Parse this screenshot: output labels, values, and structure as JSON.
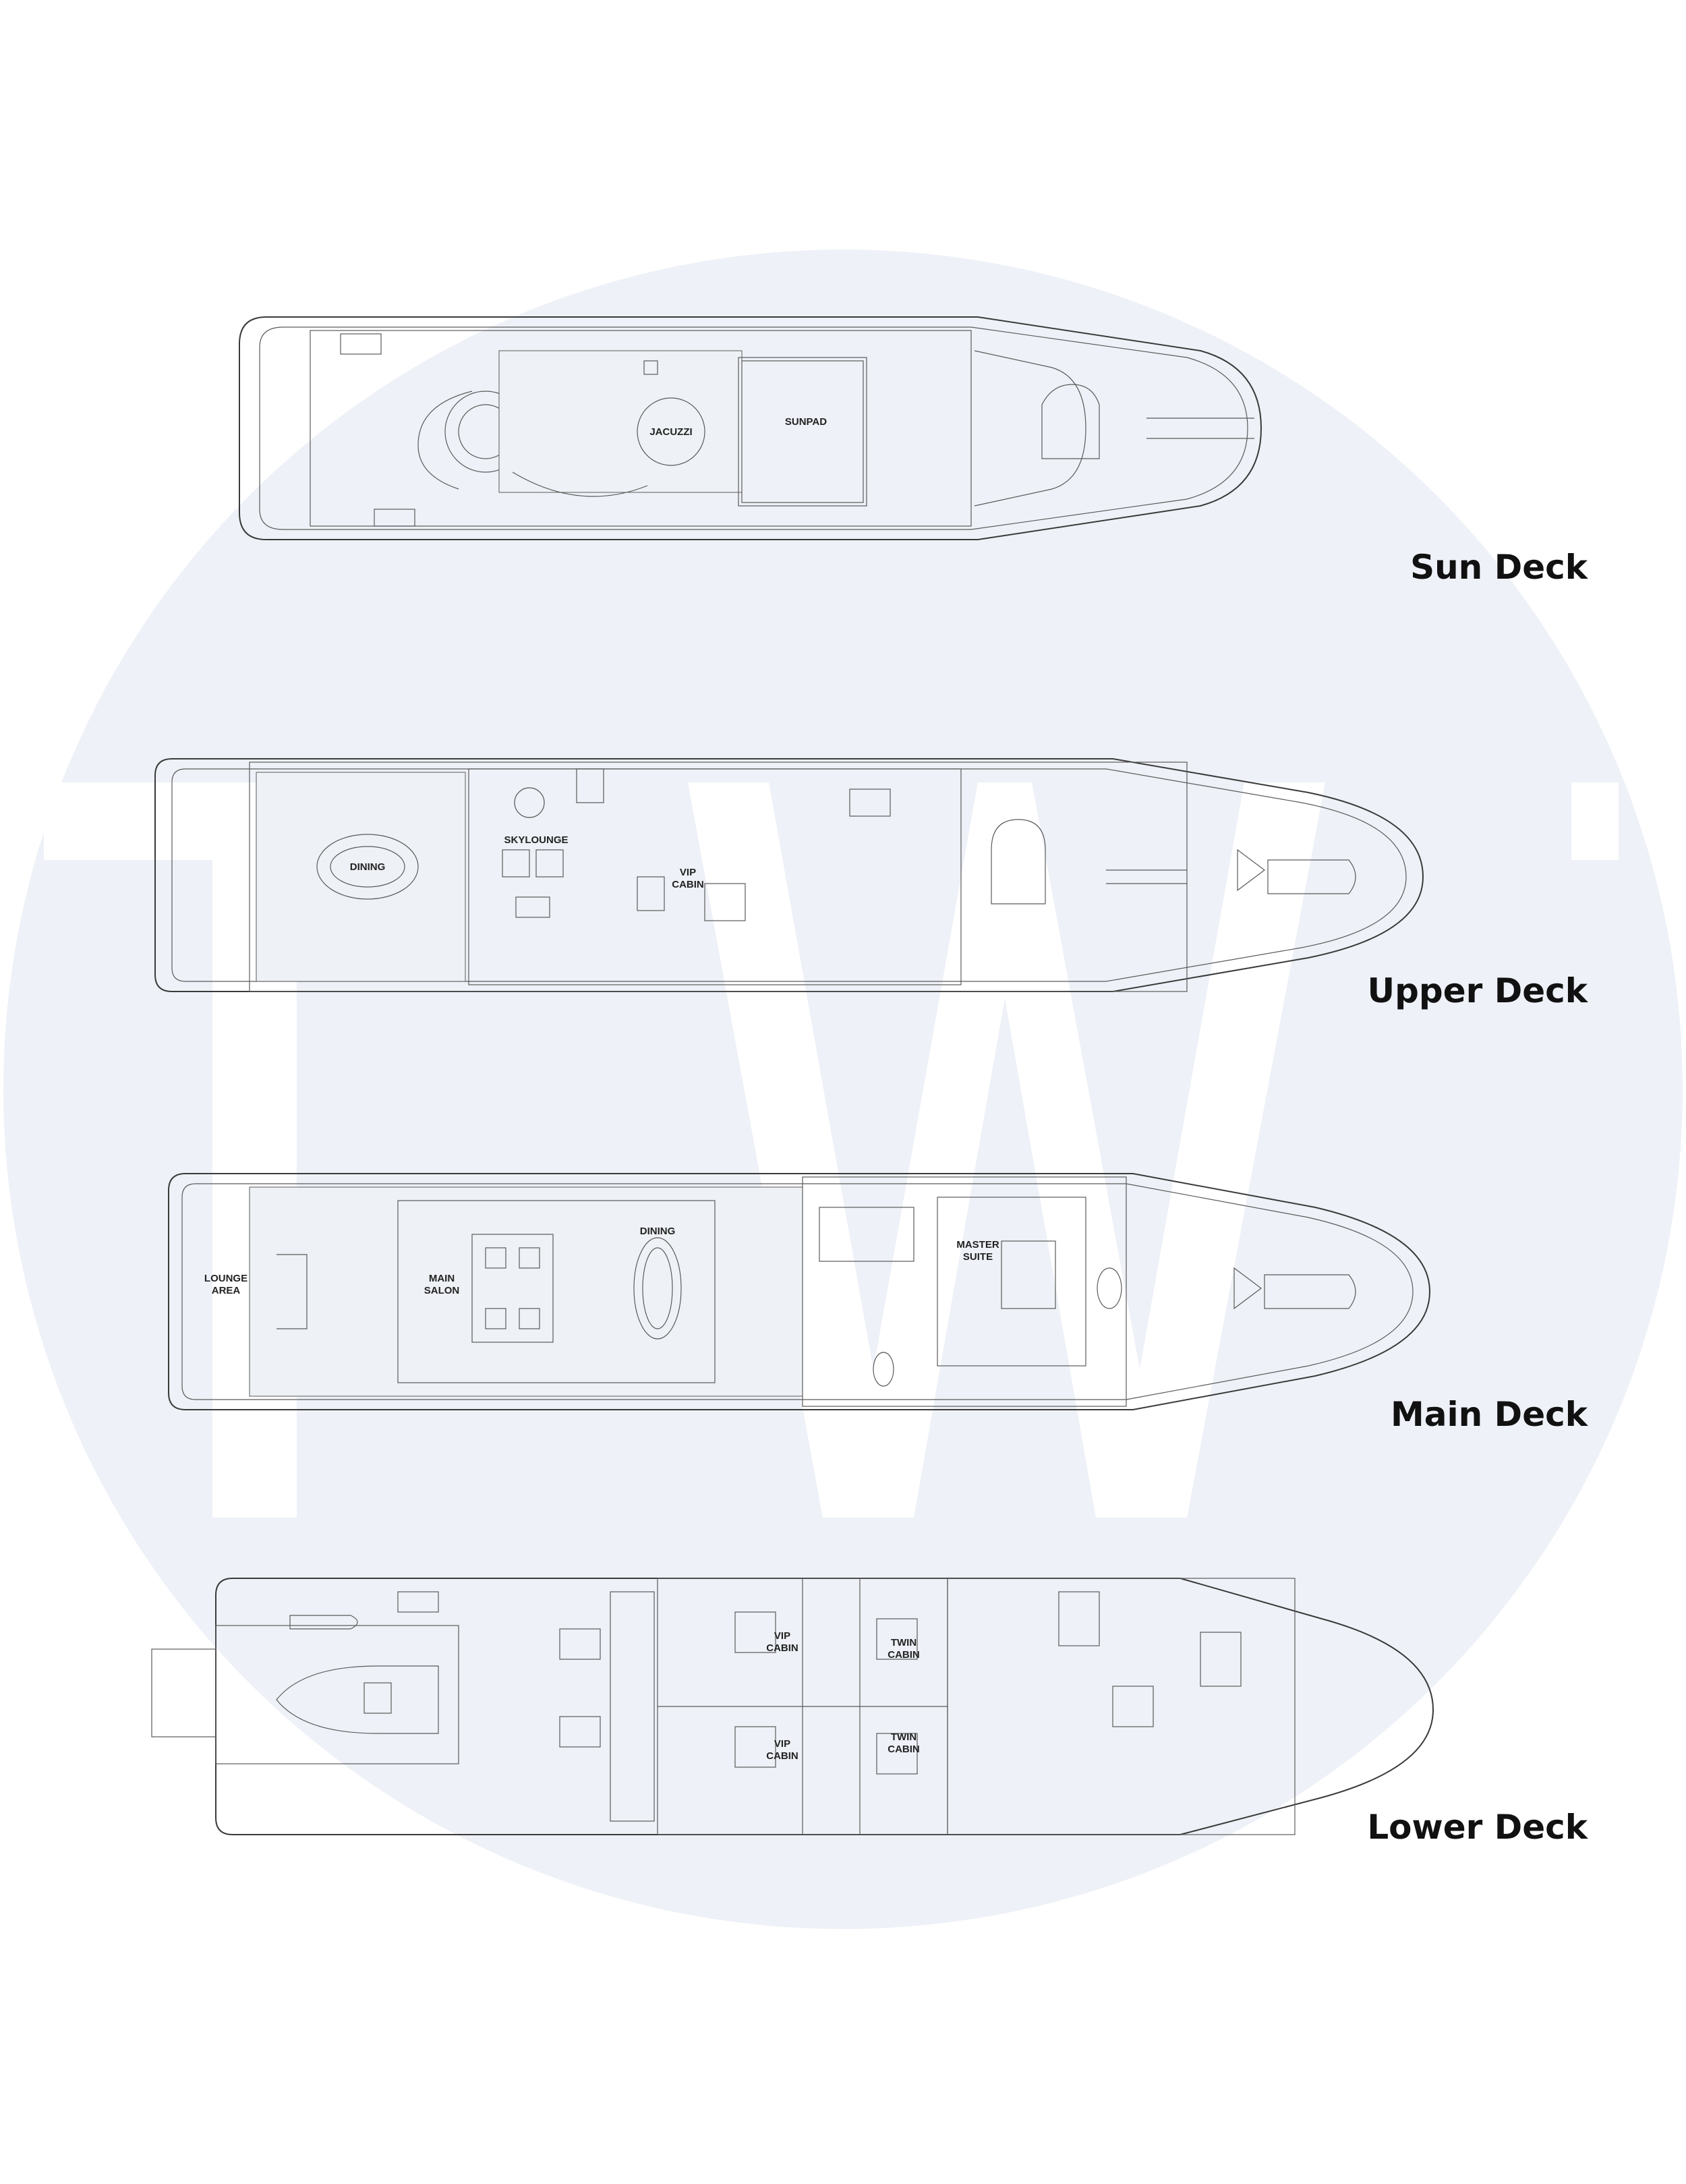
{
  "watermark": {
    "letters": "TW",
    "circle_color": "#eef1f7",
    "letter_color": "#ffffff"
  },
  "decks": [
    {
      "id": "sun",
      "title": "Sun Deck",
      "labels": [
        "JACUZZI",
        "SUNPAD"
      ]
    },
    {
      "id": "upper",
      "title": "Upper Deck",
      "labels": [
        "DINING",
        "SKYLOUNGE",
        "VIP",
        "CABIN"
      ]
    },
    {
      "id": "main",
      "title": "Main Deck",
      "labels": [
        "LOUNGE",
        "AREA",
        "MAIN",
        "SALON",
        "DINING",
        "MASTER",
        "SUITE"
      ]
    },
    {
      "id": "lower",
      "title": "Lower Deck",
      "labels": [
        "VIP",
        "CABIN",
        "TWIN",
        "CABIN",
        "VIP",
        "CABIN",
        "TWIN",
        "CABIN"
      ]
    }
  ]
}
